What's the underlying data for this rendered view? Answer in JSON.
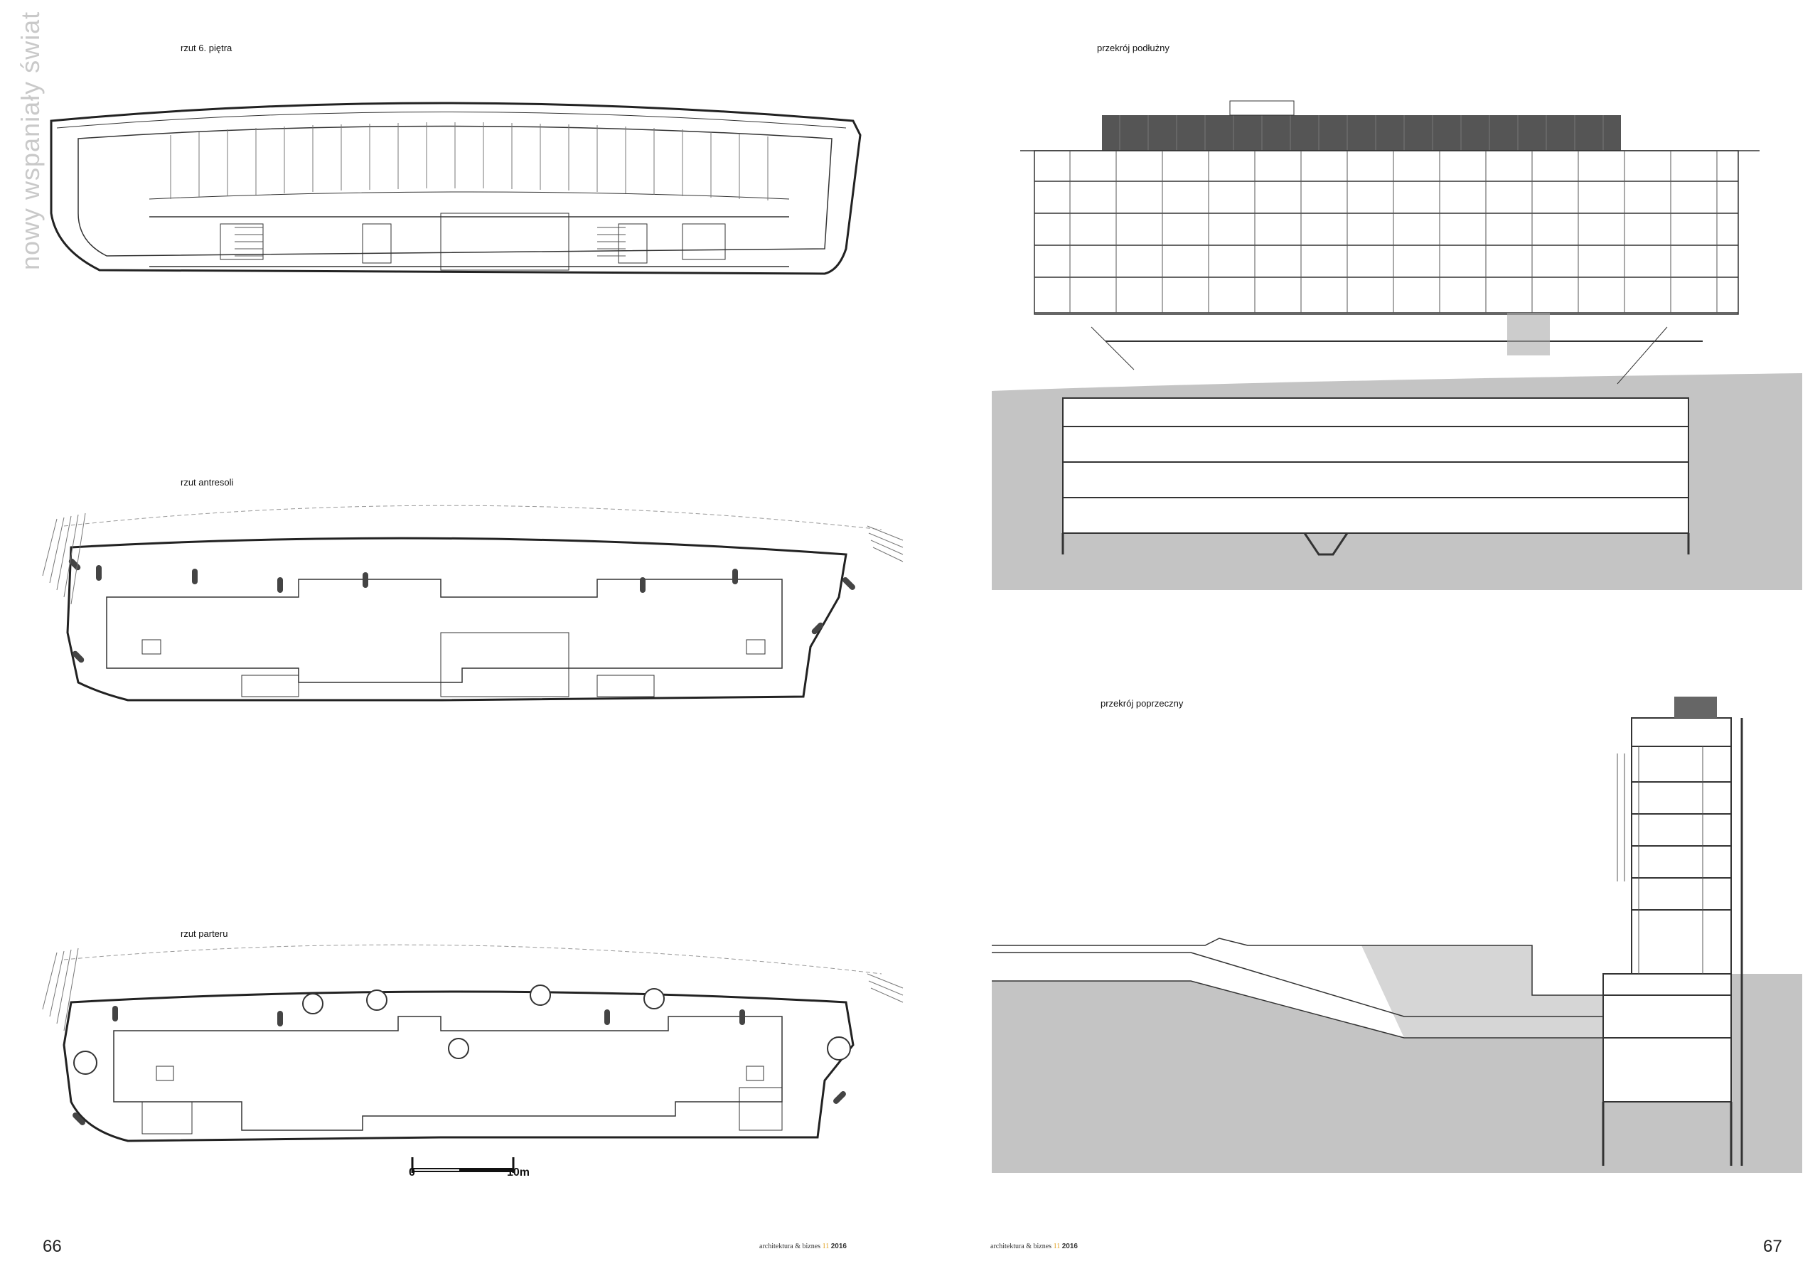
{
  "spine_title": "nowy wspaniały świat",
  "left_page": {
    "page_number": "66",
    "plans": [
      {
        "label": "rzut 6. piętra"
      },
      {
        "label": "rzut antresoli"
      },
      {
        "label": "rzut parteru"
      }
    ],
    "scale_bar": {
      "start": "0",
      "end": "10m"
    },
    "footer": {
      "magazine": "architektura & biznes",
      "issue": "11",
      "year": "2016"
    }
  },
  "right_page": {
    "page_number": "67",
    "sections": [
      {
        "label": "przekrój podłużny"
      },
      {
        "label": "przekrój poprzeczny"
      }
    ],
    "footer": {
      "magazine": "architektura & biznes",
      "issue": "11",
      "year": "2016"
    }
  }
}
